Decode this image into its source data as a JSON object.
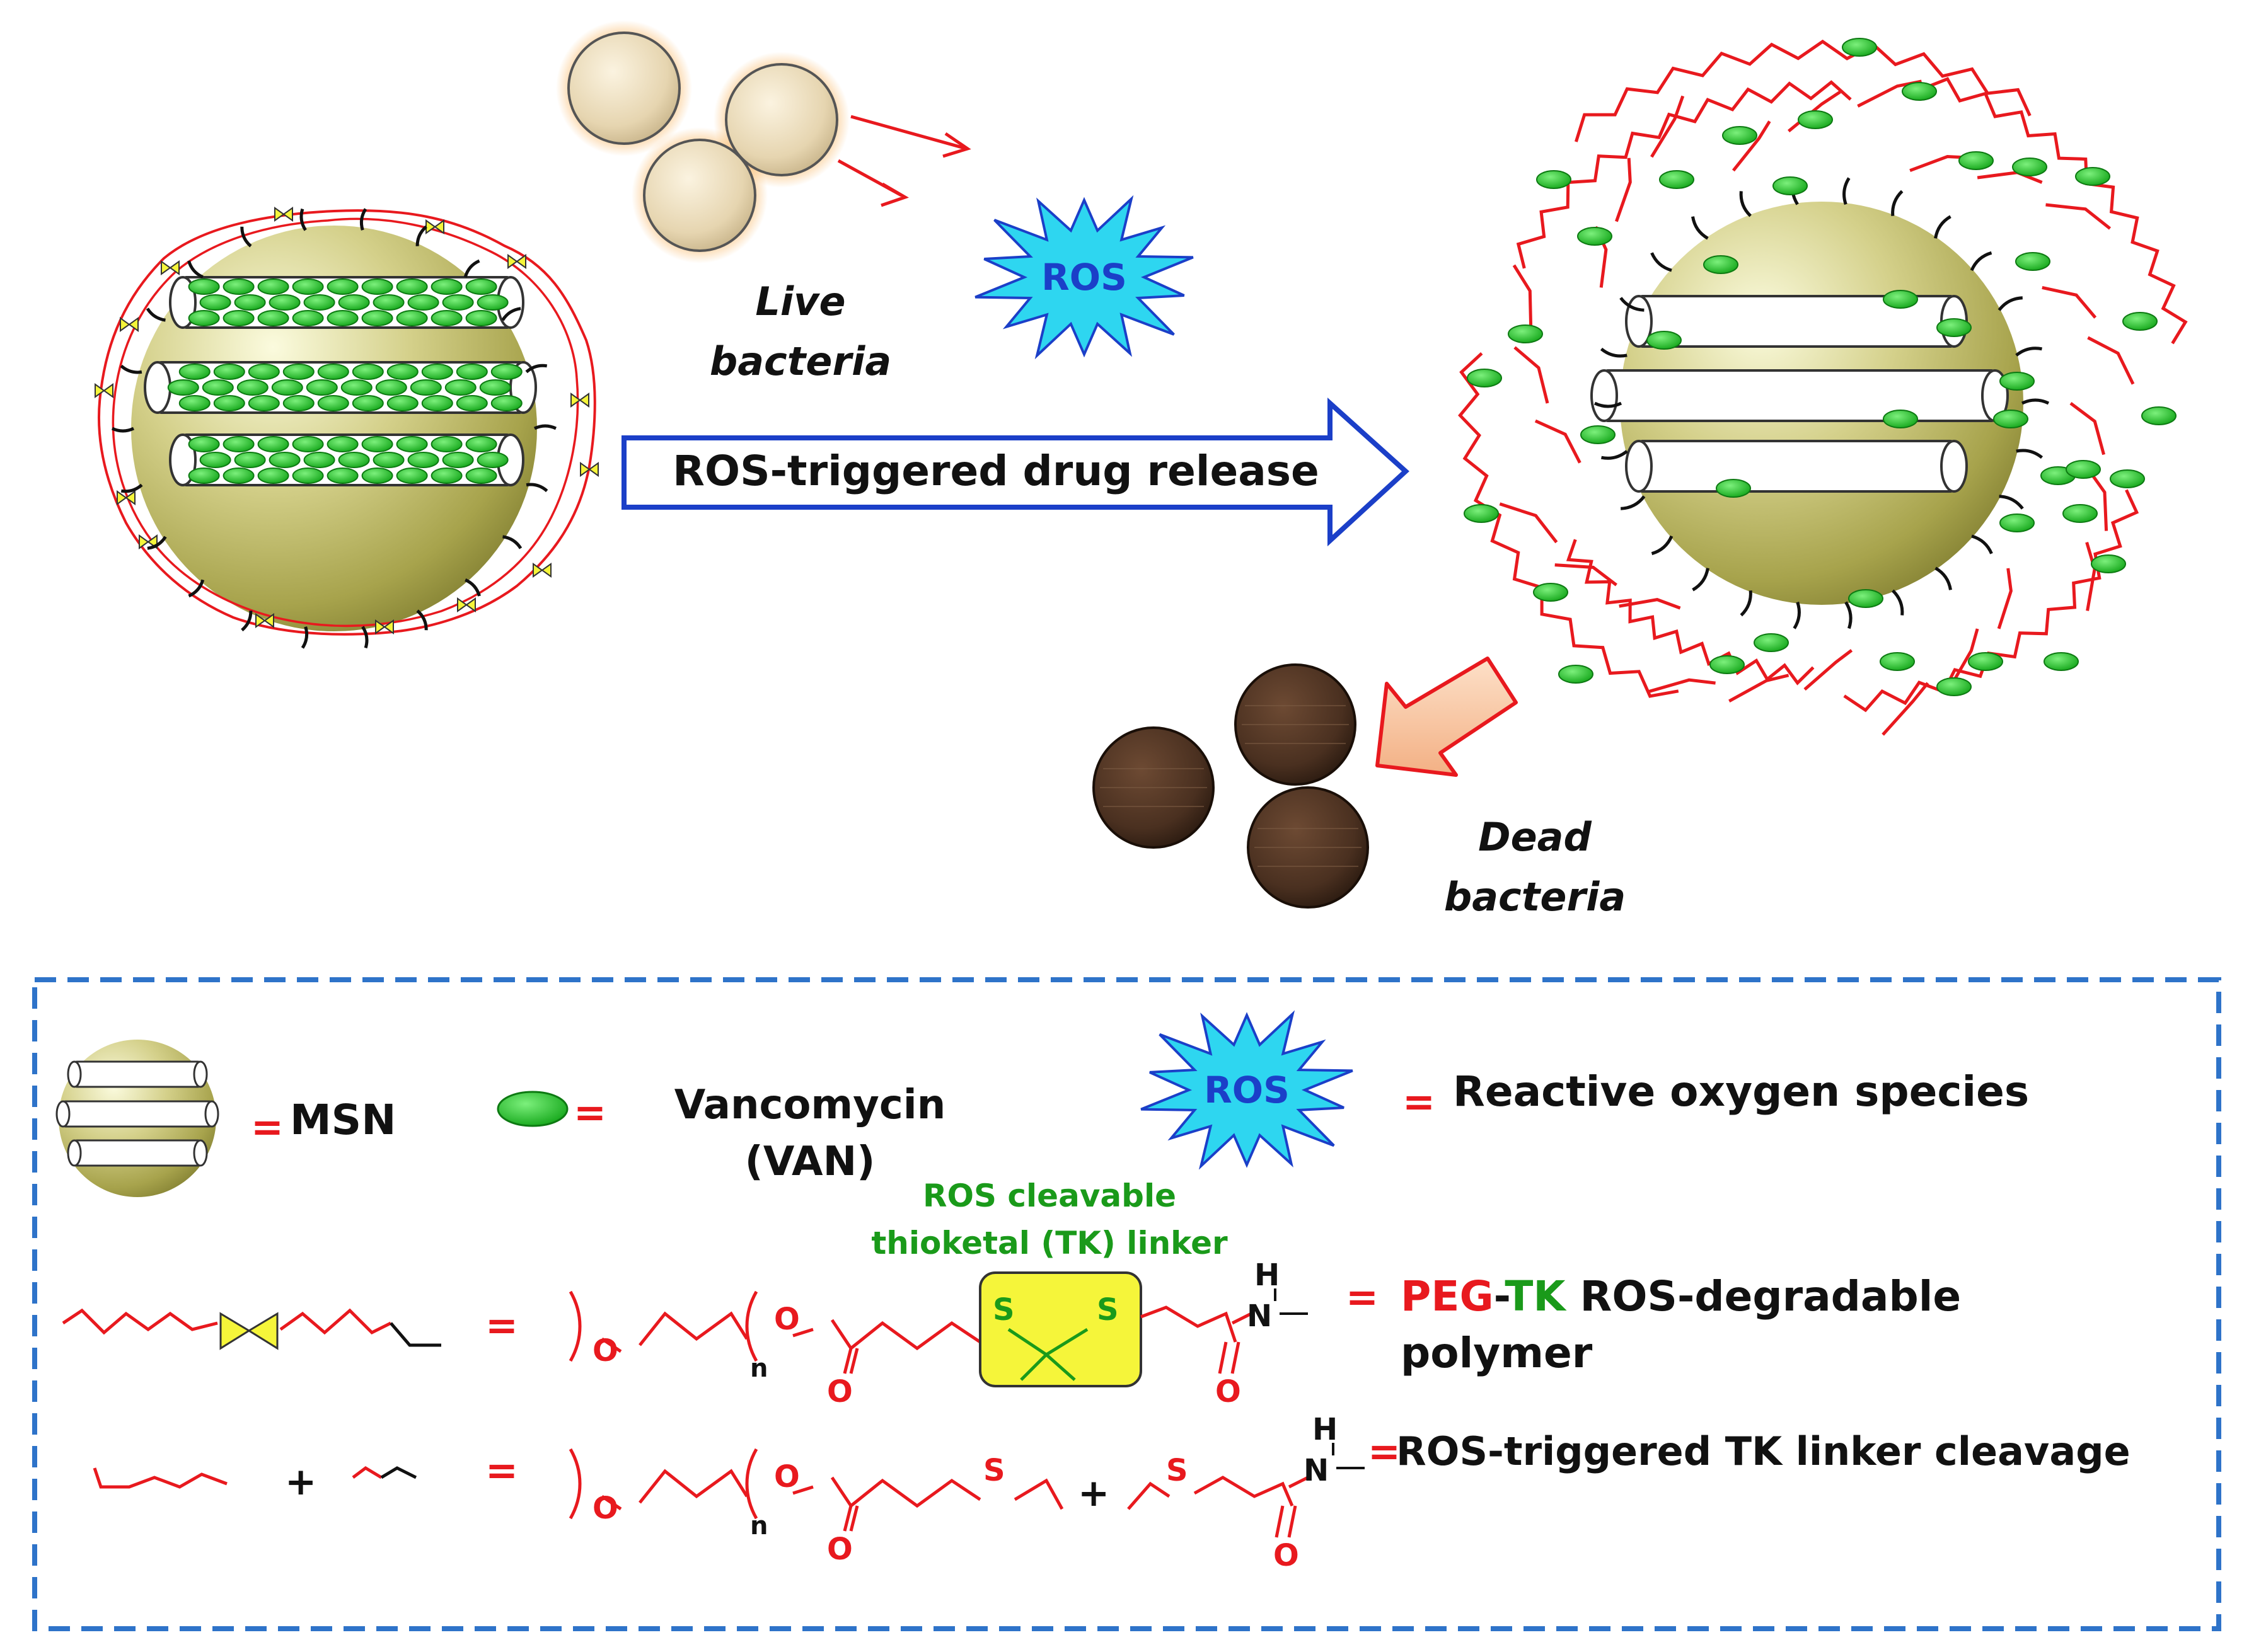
{
  "top": {
    "live_bacteria": [
      "Live",
      "bacteria"
    ],
    "dead_bacteria": [
      "Dead",
      "bacteria"
    ],
    "ros_burst": "ROS",
    "arrow_text": "ROS-triggered drug release"
  },
  "legend": {
    "msn_label": "MSN",
    "van_label_1": "Vancomycin",
    "van_label_2": "(VAN)",
    "ros_burst": "ROS",
    "ros_meaning": "Reactive oxygen species",
    "tk_caption_1": "ROS cleavable",
    "tk_caption_2": "thioketal (TK) linker",
    "peg_part": "PEG",
    "dash": "-",
    "tk_part": "TK",
    "polymer_rest_1": " ROS-degradable",
    "polymer_rest_2": "polymer",
    "cleavage_text": "ROS-triggered TK linker cleavage",
    "equals": "=",
    "plus": "+",
    "atom_o": "O",
    "atom_s": "S",
    "atom_n": "N",
    "atom_h": "H",
    "sub_n": "n"
  },
  "colors": {
    "accent_red": "#e8191e",
    "drug_green": "#1fbf26",
    "ros_blue": "#2ed6f0",
    "text_blue": "#1b3fc8",
    "caption_green": "#1a9a1a",
    "frame_blue": "#2e73c9",
    "tk_yellow": "#f5f53a"
  }
}
